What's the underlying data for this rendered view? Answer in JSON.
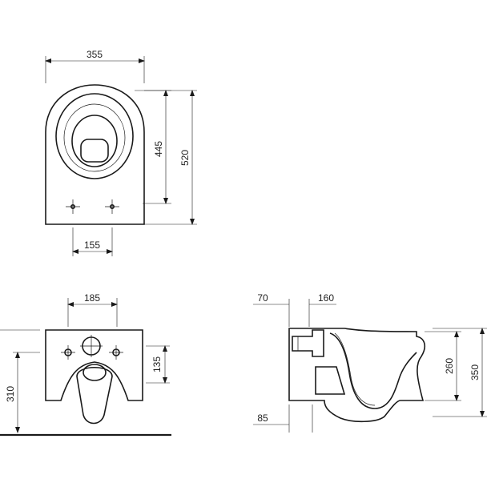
{
  "top_view": {
    "width_label": "355",
    "depth_inner_label": "445",
    "depth_total_label": "520",
    "bolt_spacing_label": "155"
  },
  "front_view": {
    "bolt_spacing_label": "185",
    "bolt_height_label": "135",
    "height_label": "310"
  },
  "side_view": {
    "left_offset_label": "70",
    "right_offset_label": "160",
    "bottom_offset_label": "85",
    "height_inner_label": "260",
    "height_total_label": "350"
  }
}
